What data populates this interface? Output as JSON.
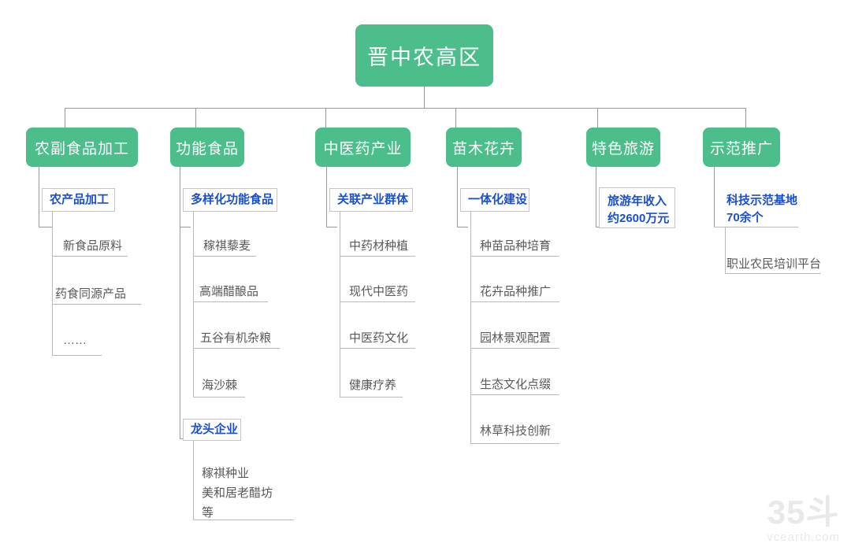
{
  "diagram": {
    "title": "晋中农高区",
    "root": {
      "label": "晋中农高区"
    },
    "colors": {
      "node_green": "#4cbe8c",
      "heading_blue": "#1a4fd0",
      "leaf_gray": "#595959",
      "connector": "#9a9a9a",
      "background": "#ffffff"
    },
    "branches": [
      {
        "label": "农副食品加工",
        "groups": [
          {
            "heading": "农产品加工",
            "items": [
              "新食品原料",
              "药食同源产品",
              "……"
            ]
          }
        ]
      },
      {
        "label": "功能食品",
        "groups": [
          {
            "heading": "多样化功能食品",
            "items": [
              "稼祺藜麦",
              "高端醋酿品",
              "五谷有机杂粮",
              "海沙棘"
            ]
          },
          {
            "heading": "龙头企业",
            "items": [
              "稼祺种业",
              "美和居老醋坊",
              "等"
            ]
          }
        ]
      },
      {
        "label": "中医药产业",
        "groups": [
          {
            "heading": "关联产业群体",
            "items": [
              "中药材种植",
              "现代中医药",
              "中医药文化",
              "健康疗养"
            ]
          }
        ]
      },
      {
        "label": "苗木花卉",
        "groups": [
          {
            "heading": "一体化建设",
            "items": [
              "种苗品种培育",
              "花卉品种推广",
              "园林景观配置",
              "生态文化点缀",
              "林草科技创新"
            ]
          }
        ]
      },
      {
        "label": "特色旅游",
        "groups": [
          {
            "heading_line1": "旅游年收入",
            "heading_line2": "约2600万元",
            "items": []
          }
        ]
      },
      {
        "label": "示范推广",
        "groups": [
          {
            "heading_line1": "科技示范基地",
            "heading_line2": "70余个",
            "items": [
              "职业农民培训平台"
            ]
          }
        ]
      }
    ]
  },
  "watermark": {
    "logo": "35斗",
    "url": "vcearth.com"
  }
}
